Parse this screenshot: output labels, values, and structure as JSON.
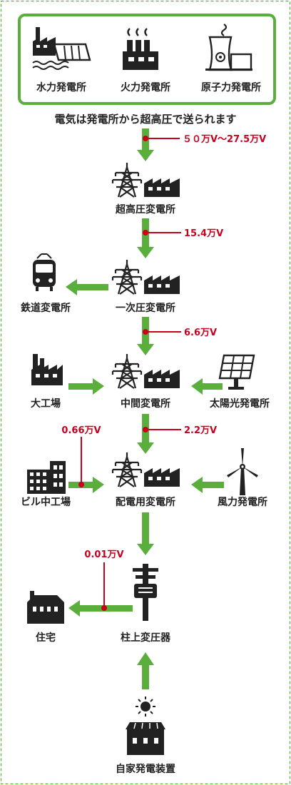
{
  "colors": {
    "green": "#5aae3c",
    "red": "#c8001e",
    "icon": "#222222",
    "text": "#222222"
  },
  "power_plants": {
    "hydro_label": "水力発電所",
    "thermal_label": "火力発電所",
    "nuclear_label": "原子力発電所",
    "caption": "電気は発電所から超高圧で送られます"
  },
  "voltages": {
    "v1": "５０万V〜27.5万V",
    "v2": "15.4万V",
    "v3": "6.6万V",
    "v4": "2.2万V",
    "v5": "0.66万V",
    "v6": "0.01万V"
  },
  "nodes": {
    "ultra_high_substation": "超高圧変電所",
    "primary_substation": "一次圧変電所",
    "railway_substation": "鉄道変電所",
    "intermediate_substation": "中間変電所",
    "large_factory": "大工場",
    "solar_plant": "太陽光発電所",
    "distribution_substation": "配電用変電所",
    "building_factory": "ビル中工場",
    "wind_plant": "風力発電所",
    "pole_transformer": "柱上変圧器",
    "house": "住宅",
    "home_generator": "自家発電装置"
  }
}
